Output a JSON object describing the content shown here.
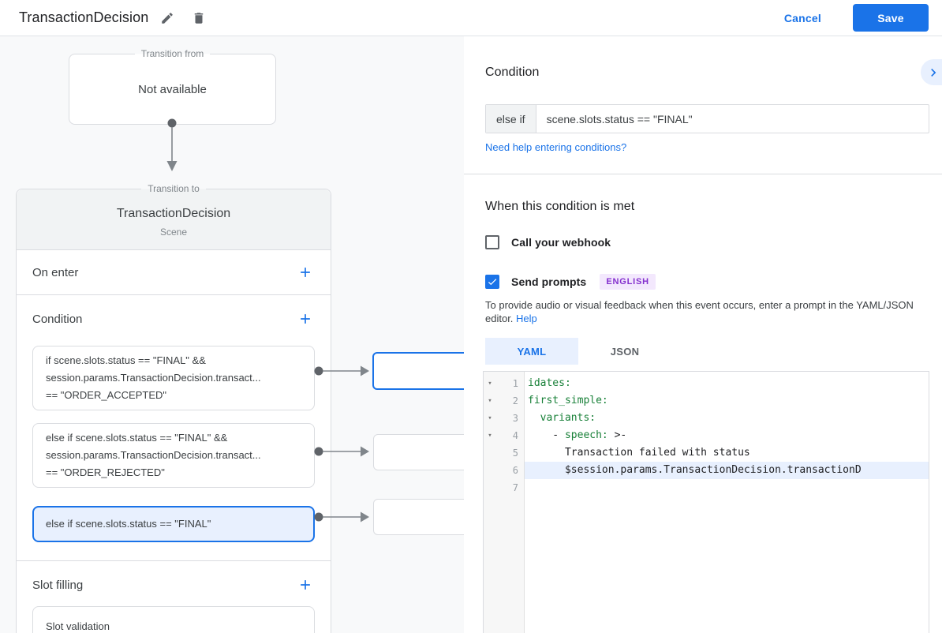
{
  "header": {
    "title": "TransactionDecision",
    "cancel_label": "Cancel",
    "save_label": "Save"
  },
  "flow": {
    "transition_from": {
      "legend": "Transition from",
      "value": "Not available"
    },
    "transition_to": {
      "legend": "Transition to",
      "title": "TransactionDecision",
      "subtitle": "Scene",
      "on_enter_label": "On enter",
      "condition_label": "Condition",
      "slot_filling_label": "Slot filling",
      "conditions": [
        {
          "selected": false,
          "lines": [
            "if scene.slots.status == \"FINAL\" &&",
            "session.params.TransactionDecision.transact...",
            "== \"ORDER_ACCEPTED\""
          ]
        },
        {
          "selected": false,
          "lines": [
            "else if scene.slots.status == \"FINAL\" &&",
            "session.params.TransactionDecision.transact...",
            "== \"ORDER_REJECTED\""
          ]
        },
        {
          "selected": true,
          "lines": [
            "else if scene.slots.status == \"FINAL\""
          ]
        }
      ],
      "slot_items": [
        "Slot validation"
      ]
    }
  },
  "panel": {
    "condition": {
      "heading": "Condition",
      "prefix": "else if",
      "expression": "scene.slots.status == \"FINAL\"",
      "help_link": "Need help entering conditions?"
    },
    "when_met": {
      "heading": "When this condition is met",
      "webhook_label": "Call your webhook",
      "webhook_checked": false,
      "prompts_label": "Send prompts",
      "prompts_checked": true,
      "language_badge": "ENGLISH",
      "description": "To provide audio or visual feedback when this event occurs, enter a prompt in the YAML/JSON editor.",
      "help_label": "Help"
    },
    "editor": {
      "tabs": [
        {
          "label": "YAML",
          "active": true
        },
        {
          "label": "JSON",
          "active": false
        }
      ],
      "colors": {
        "key": "#188038",
        "plain": "#202124"
      },
      "lines": [
        {
          "num": 1,
          "fold": true,
          "highlighted": false,
          "segments": [
            {
              "type": "key",
              "text": "idates:"
            }
          ]
        },
        {
          "num": 2,
          "fold": true,
          "highlighted": false,
          "segments": [
            {
              "type": "key",
              "text": "first_simple:"
            }
          ]
        },
        {
          "num": 3,
          "fold": true,
          "highlighted": false,
          "segments": [
            {
              "type": "key",
              "text": "  variants:"
            }
          ]
        },
        {
          "num": 4,
          "fold": true,
          "highlighted": false,
          "segments": [
            {
              "type": "plain",
              "text": "    - "
            },
            {
              "type": "key",
              "text": "speech:"
            },
            {
              "type": "plain",
              "text": " >-"
            }
          ]
        },
        {
          "num": 5,
          "fold": false,
          "highlighted": false,
          "segments": [
            {
              "type": "plain",
              "text": "      Transaction failed with status"
            }
          ]
        },
        {
          "num": 6,
          "fold": false,
          "highlighted": true,
          "segments": [
            {
              "type": "plain",
              "text": "      $session.params.TransactionDecision.transactionD"
            }
          ]
        },
        {
          "num": 7,
          "fold": false,
          "highlighted": false,
          "segments": []
        }
      ]
    }
  }
}
